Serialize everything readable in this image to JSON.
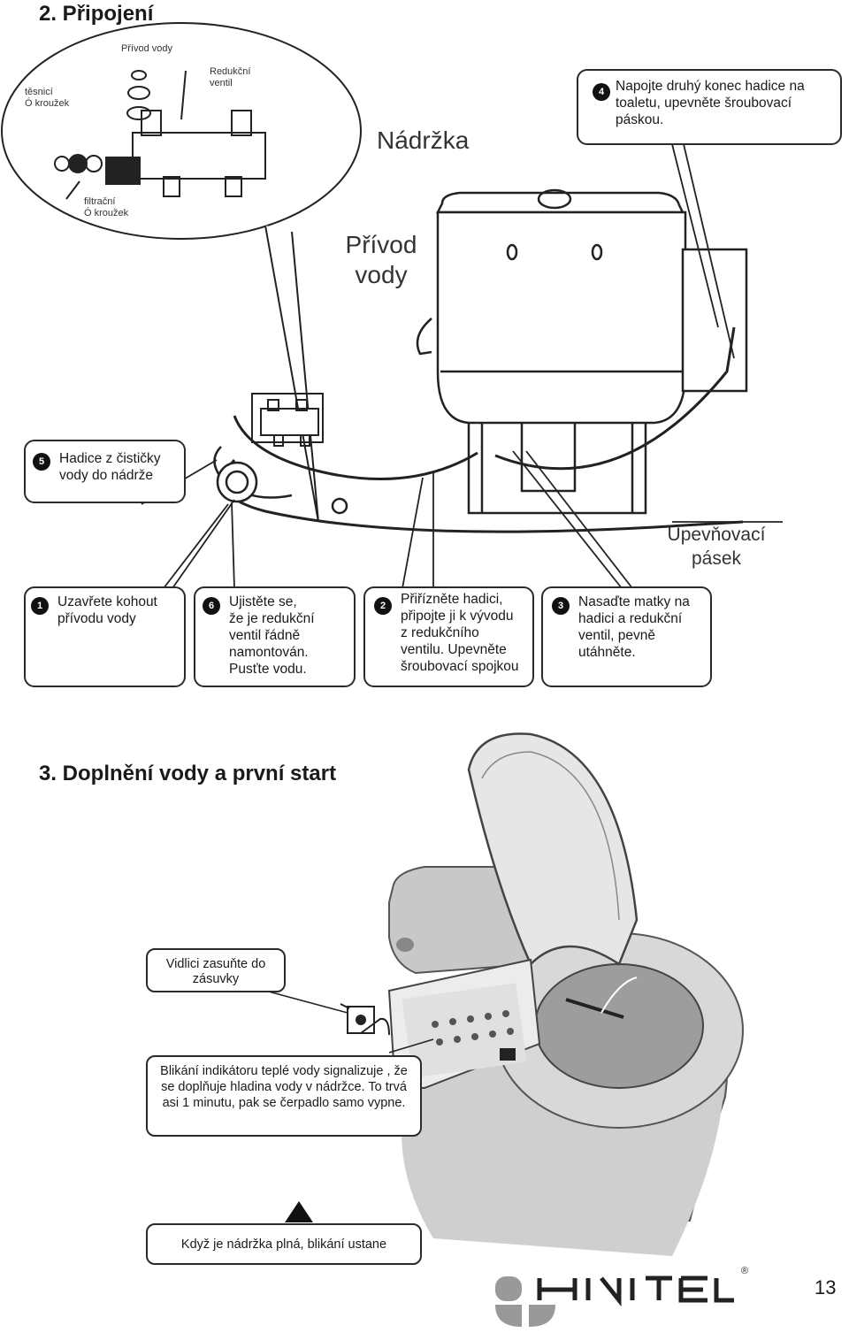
{
  "section1": {
    "title": "2. Připojení"
  },
  "diagram": {
    "labels": {
      "privod_small": "Přívod vody",
      "tesnici": "těsnicí\nÓ kroužek",
      "redukcni": "Redukční\nventil",
      "filtracni": "filtrační\nÓ kroužek",
      "nadrzka": "Nádržka",
      "privod_vody": "Přívod\nvody",
      "upevnovaci": "Upevňovací\npásek"
    },
    "steps": [
      {
        "num": "1",
        "text": "Uzavřete kohout\npřívodu vody"
      },
      {
        "num": "2",
        "text": "Přiřízněte hadici,\npřipojte ji k vývodu\nz redukčního\nventilu. Upevněte\nšroubovací spojkou"
      },
      {
        "num": "3",
        "text": "Nasaďte matky na\nhadici a redukční\nventil, pevně\nutáhněte."
      },
      {
        "num": "4",
        "text": "Napojte druhý konec hadice na\ntoaletu, upevněte šroubovací\npáskou."
      },
      {
        "num": "5",
        "text": "Hadice z čističky\nvody do nádrže"
      },
      {
        "num": "6",
        "text": "Ujistěte se,\nže je redukční\nventil řádně\nnamontován.\nPusťte vodu."
      }
    ]
  },
  "section2": {
    "title": "3. Doplnění vody a první start",
    "callouts": {
      "plug": "Vidlici zasuňte do\nzásuvky",
      "blink": "Blikání indikátoru teplé vody signalizuje , že\nse doplňuje hladina vody v nádržce. To trvá\nasi 1 minutu, pak se čerpadlo samo vypne.",
      "full": "Když je nádržka plná, blikání ustane"
    }
  },
  "footer": {
    "page_number": "13"
  }
}
